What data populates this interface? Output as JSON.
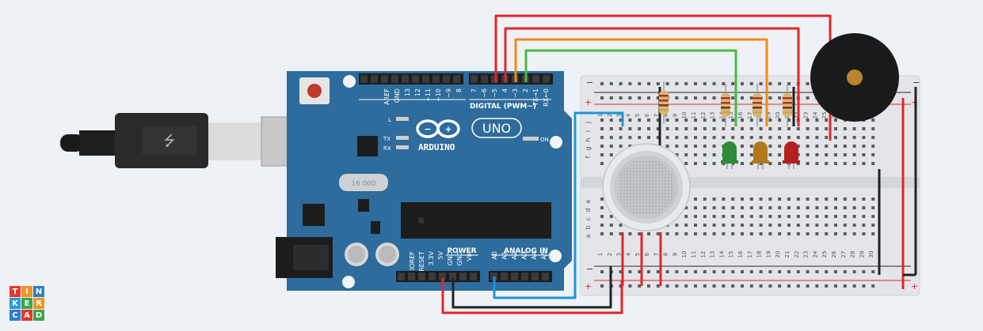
{
  "app": {
    "logo_letters": [
      "T",
      "I",
      "N",
      "K",
      "E",
      "R",
      "C",
      "A",
      "D"
    ]
  },
  "arduino": {
    "brand": "ARDUINO",
    "model": "UNO",
    "crystal": "16.000",
    "digital_title": "DIGITAL (PWM~)",
    "digital_pins": [
      "AREF",
      "GND",
      "13",
      "12",
      "~11",
      "~10",
      "~9",
      "8",
      "7",
      "~6",
      "~5",
      "4",
      "~3",
      "2",
      "TX→1",
      "RX←0"
    ],
    "power_title": "POWER",
    "power_pins": [
      "IOREF",
      "RESET",
      "3.3V",
      "5V",
      "GND",
      "GND",
      "Vin"
    ],
    "analog_title": "ANALOG IN",
    "analog_pins": [
      "A0",
      "A1",
      "A2",
      "A3",
      "A4",
      "A5"
    ],
    "led_labels": [
      "L",
      "TX",
      "RX"
    ],
    "on_label": "ON"
  },
  "breadboard": {
    "columns": [
      "1",
      "2",
      "3",
      "4",
      "5",
      "6",
      "7",
      "8",
      "9",
      "10",
      "11",
      "12",
      "13",
      "14",
      "15",
      "16",
      "17",
      "18",
      "19",
      "20",
      "21",
      "22",
      "23",
      "24",
      "25",
      "26",
      "27",
      "28",
      "29",
      "30"
    ],
    "rows_top": [
      "j",
      "i",
      "h",
      "g",
      "f"
    ],
    "rows_bottom": [
      "e",
      "d",
      "c",
      "b",
      "a"
    ],
    "rail_minus": "−",
    "rail_plus": "+"
  },
  "components": {
    "leds": [
      {
        "name": "green-led",
        "color": "#2e8b3a"
      },
      {
        "name": "amber-led",
        "color": "#b07a1c"
      },
      {
        "name": "red-led",
        "color": "#b51f1f"
      }
    ],
    "buzzer_color": "#1a1a1a",
    "sensor_color": "#cfd2d6"
  },
  "wires": {
    "red": "#e0262b",
    "orange": "#f08a1c",
    "green": "#4cb848",
    "blue": "#1e95d6",
    "black": "#222222"
  },
  "colors": {
    "board": "#2d6c9c",
    "background": "#eef1f5"
  }
}
